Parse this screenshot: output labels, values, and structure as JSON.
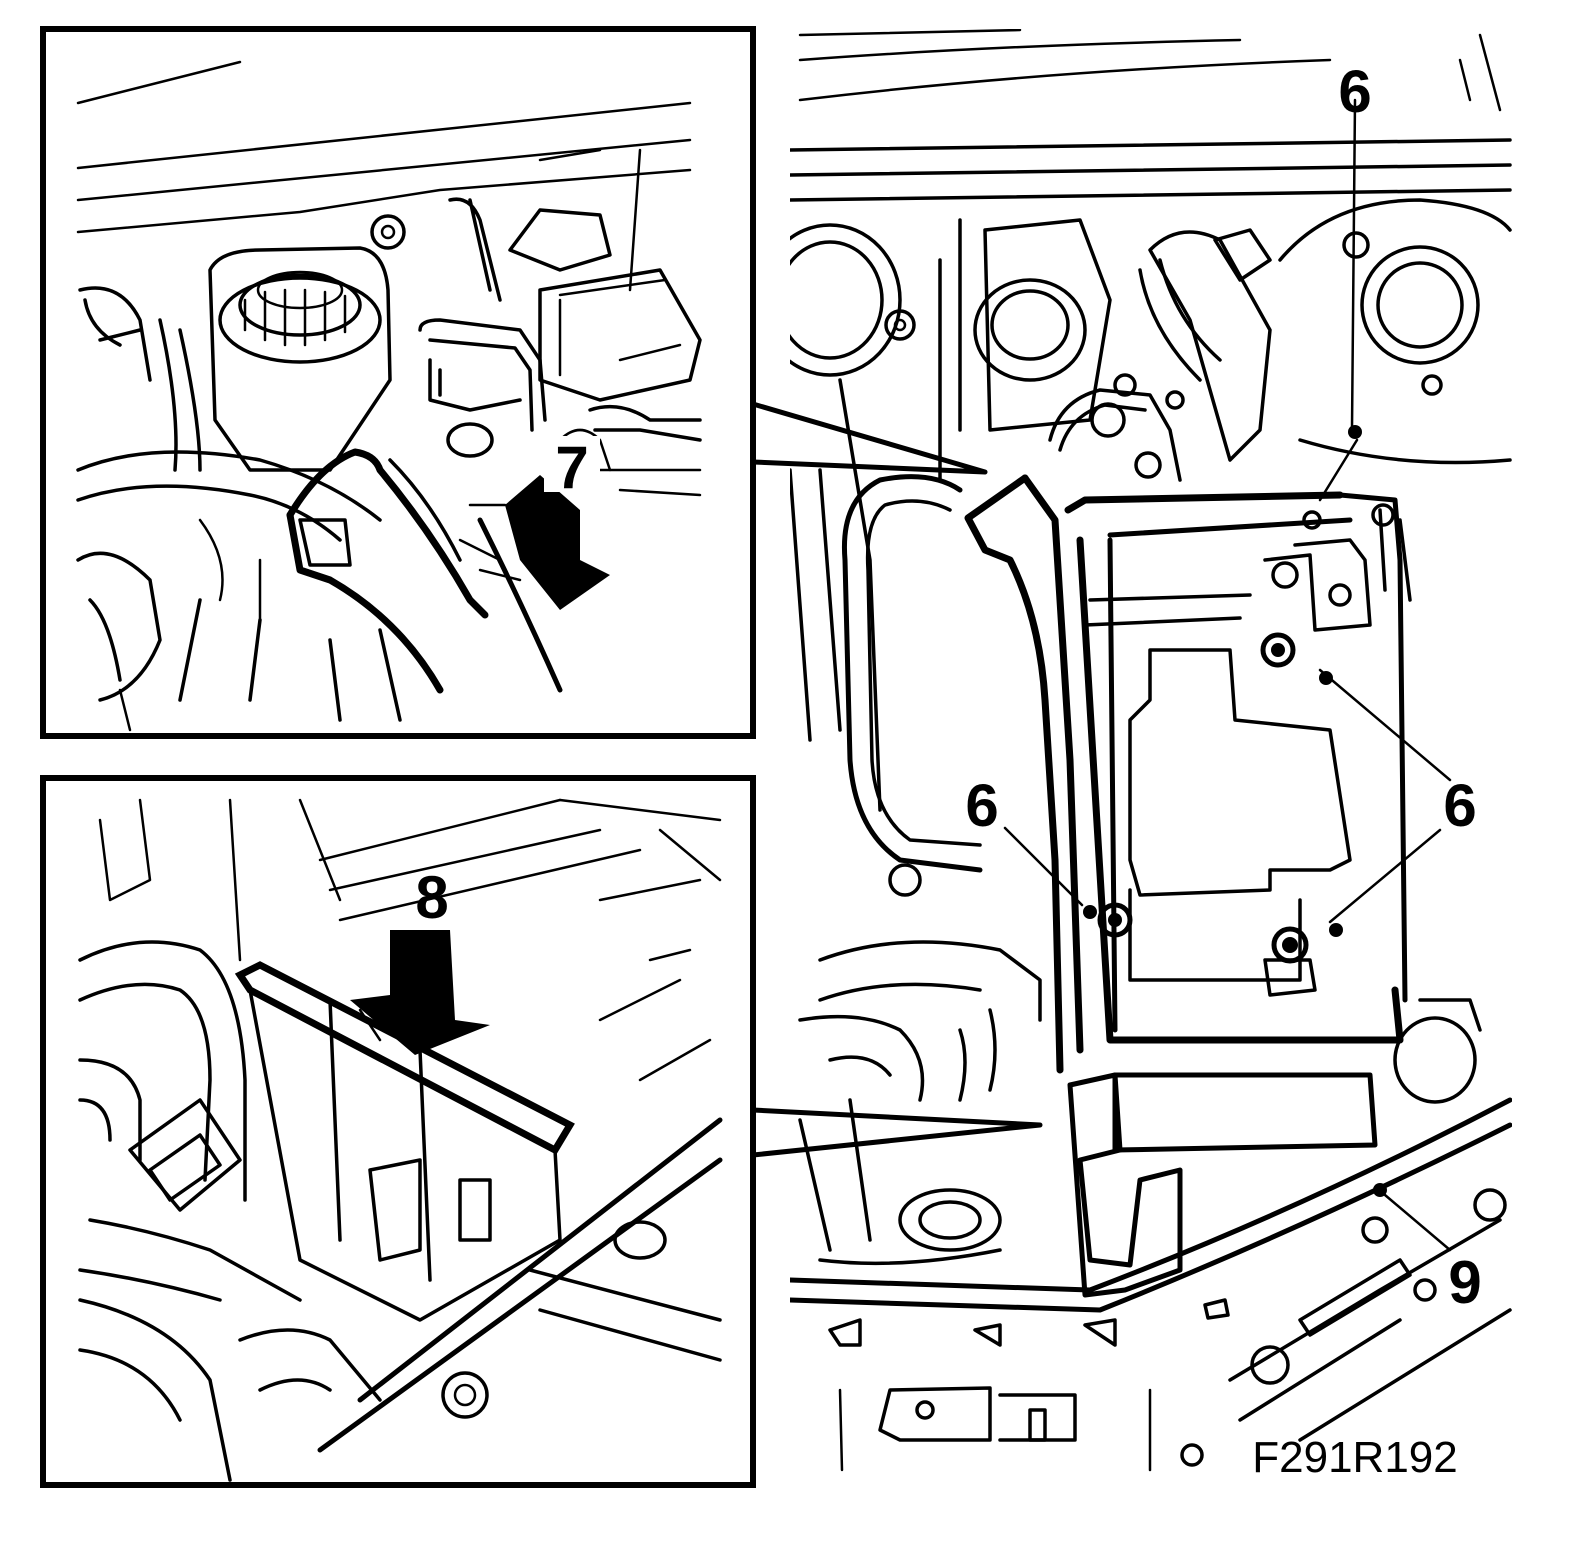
{
  "figure_code": "F291R192",
  "callouts": {
    "inset_top": "7",
    "inset_bottom": "8",
    "main_top_right": "6",
    "main_mid_left": "6",
    "main_mid_right": "6",
    "main_bottom_right": "9"
  },
  "colors": {
    "line": "#000000",
    "background": "#ffffff"
  }
}
